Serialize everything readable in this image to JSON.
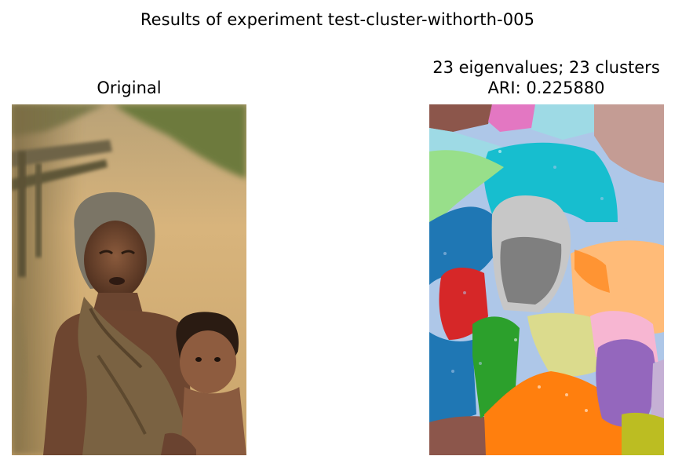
{
  "figure": {
    "suptitle": "Results of experiment test-cluster-withorth-005"
  },
  "panels": {
    "original": {
      "title": "Original"
    },
    "segmentation": {
      "title_line1": "23 eigenvalues; 23 clusters",
      "title_line2": "ARI: 0.225880"
    }
  },
  "colors": {
    "background": "#ffffff",
    "cluster_palette": [
      "#1f77b4",
      "#aec7e8",
      "#ff7f0e",
      "#ffbb78",
      "#2ca02c",
      "#98df8a",
      "#d62728",
      "#ff9896",
      "#9467bd",
      "#c5b0d5",
      "#8c564b",
      "#c49c94",
      "#e377c2",
      "#f7b6d2",
      "#7f7f7f",
      "#c7c7c7",
      "#bcbd22",
      "#dbdb8d",
      "#17becf",
      "#9edae5"
    ]
  }
}
